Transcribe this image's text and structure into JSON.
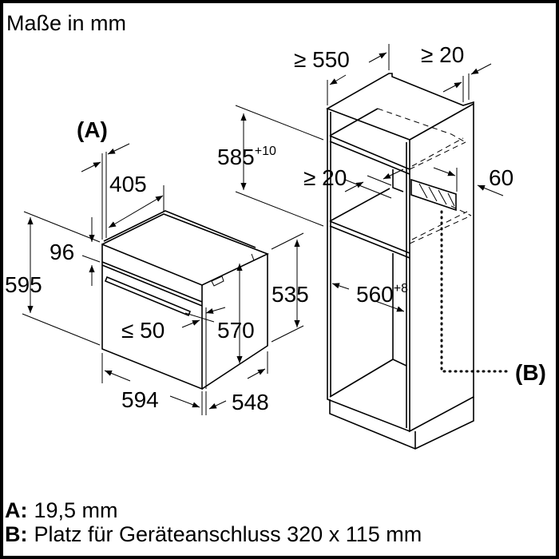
{
  "title": "Maße in mm",
  "oven": {
    "label_a": "(A)",
    "depth_top": "405",
    "panel_height": "96",
    "total_height": "595",
    "handle_gap": "≤ 50",
    "side_height": "570",
    "width": "594",
    "depth": "548"
  },
  "cabinet": {
    "depth_min": "≥ 550",
    "back_gap": "≥ 20",
    "niche_height": "585",
    "niche_height_tol": "+10",
    "shelf_gap": "≥ 20",
    "side_60": "60",
    "niche_530": "535",
    "niche_width": "560",
    "niche_width_tol": "+8",
    "label_b": "(B)"
  },
  "legend": [
    {
      "key": "A:",
      "text": "19,5 mm"
    },
    {
      "key": "B:",
      "text": "Platz für Geräteanschluss 320 x 115 mm"
    }
  ]
}
